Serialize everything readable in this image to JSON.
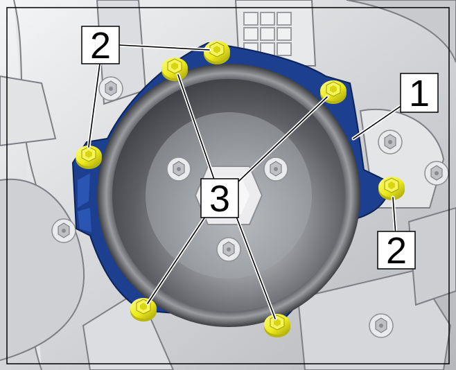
{
  "colors": {
    "background": "#d9dadc",
    "engine_light": "#eeeff1",
    "engine_mid": "#b9bbbf",
    "engine_dark": "#6d6f74",
    "gasket_cover": "#1c3f8f",
    "bolt_highlight": "#f1ee1a",
    "pulley_face": "#5f6065",
    "frame": "#000000"
  },
  "callouts": {
    "cover": "1",
    "outer_bolts": "2",
    "inner_bolts": "3"
  },
  "icons": {
    "bolt": "hex-bolt-icon",
    "pulley": "pulley-icon"
  }
}
